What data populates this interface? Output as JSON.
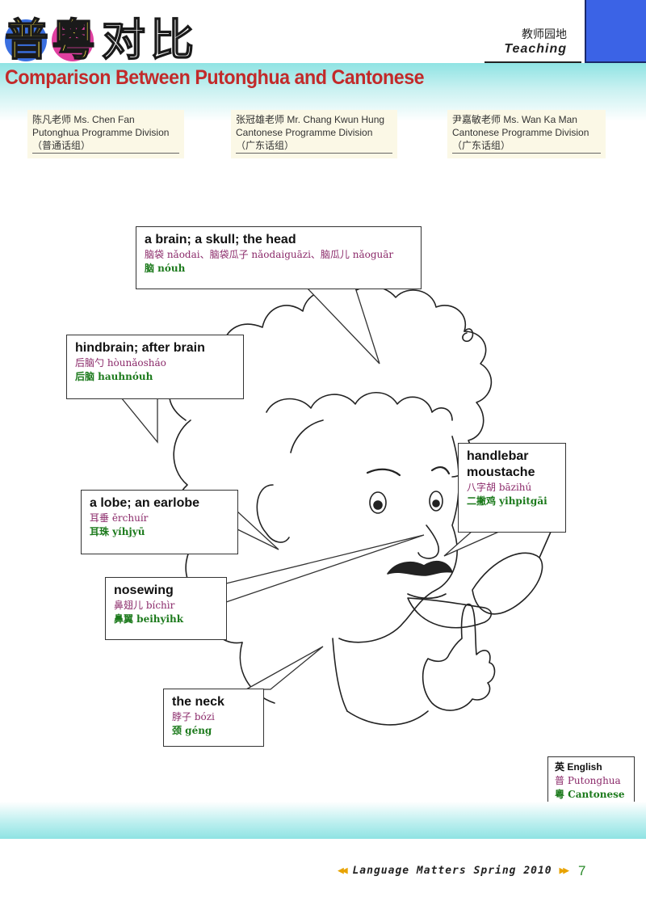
{
  "header": {
    "title_chars": [
      "普",
      "粵",
      "对",
      "比"
    ],
    "subtitle": "Comparison Between Putonghua and Cantonese",
    "section_zh": "教师园地",
    "section_en": "Teaching"
  },
  "authors": [
    {
      "line1": "陈凡老师 Ms. Chen Fan",
      "line2": "Putonghua Programme Division",
      "line3": "（普通话组）"
    },
    {
      "line1": "张冠雄老师 Mr. Chang Kwun Hung",
      "line2": "Cantonese Programme Division",
      "line3": "（广东话组）"
    },
    {
      "line1": "尹嘉敏老师 Ms. Wan Ka Man",
      "line2": "Cantonese Programme Division",
      "line3": "（广东话组）"
    }
  ],
  "callouts": {
    "head": {
      "english": "a brain; a skull; the head",
      "putonghua": "脑袋 nǎodai、脑袋瓜子 nǎodaiguāzi、脑瓜儿 nǎoguār",
      "cantonese": "脑 nóuh"
    },
    "hindbrain": {
      "english": "hindbrain; after brain",
      "putonghua": "后脑勺 hòunǎosháo",
      "cantonese": "后脑  hauhnóuh"
    },
    "moustache": {
      "english_line1": "handlebar",
      "english_line2": "moustache",
      "putonghua": "八字胡 bāzihú",
      "cantonese": "二撇鸡 yihpitgāi"
    },
    "earlobe": {
      "english": "a lobe; an earlobe",
      "putonghua": "耳垂 ěrchuír",
      "cantonese": "耳珠 yíhjyū"
    },
    "nosewing": {
      "english": "nosewing",
      "putonghua": "鼻翅儿 bíchìr",
      "cantonese": "鼻翼 beihyihk"
    },
    "neck": {
      "english": "the neck",
      "putonghua": "脖子 bózi",
      "cantonese": "颈 géng"
    }
  },
  "legend": {
    "english": "英 English",
    "putonghua": "普  Putonghua",
    "cantonese": "粵  Cantonese"
  },
  "footer": {
    "publication": "Language Matters Spring 2010",
    "page_number": "7"
  },
  "colors": {
    "putonghua": "#8b2a6a",
    "cantonese": "#1c7a1c",
    "subtitle": "#c22a2a",
    "accent_blue": "#3b63e6",
    "band": "#8fe3e3"
  }
}
